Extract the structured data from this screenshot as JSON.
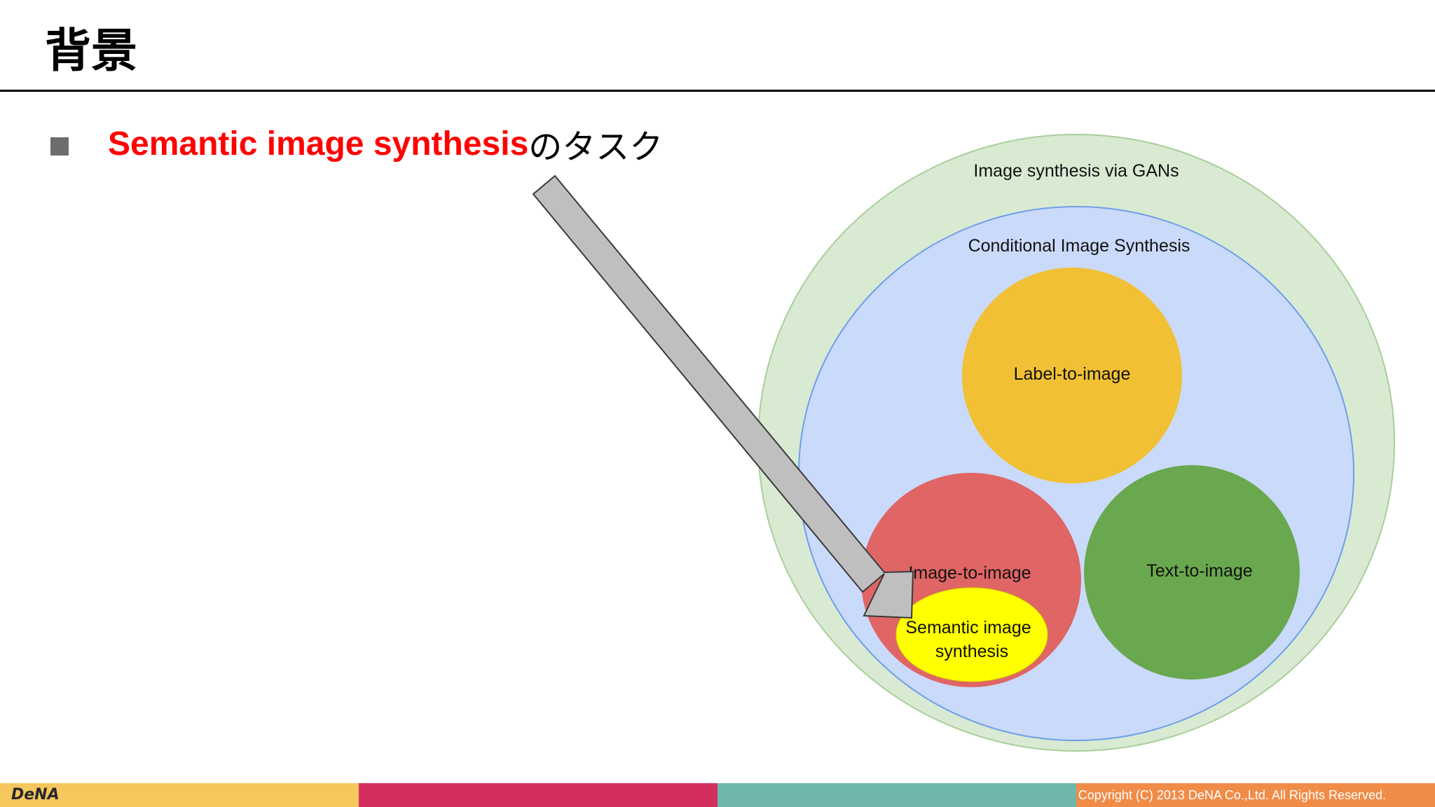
{
  "slide": {
    "title": "背景",
    "bullet": {
      "highlight": "Semantic image synthesis",
      "suffix": "のタスク"
    }
  },
  "diagram": {
    "outer_label": "Image synthesis via GANs",
    "inner_label": "Conditional Image Synthesis",
    "circles": {
      "label_to_image": "Label-to-image",
      "image_to_image": "Image-to-image",
      "text_to_image": "Text-to-image",
      "semantic_line1": "Semantic image",
      "semantic_line2": "synthesis"
    },
    "colors": {
      "outer": "#d9ead3",
      "inner": "#cadafb",
      "label_to_image": "#f1c034",
      "image_to_image": "#e06565",
      "text_to_image": "#6aa84f",
      "semantic": "#ffff00",
      "arrow": "#bfbfbf"
    }
  },
  "footer": {
    "logo": "DeNA",
    "copyright": "Copyright (C) 2013 DeNA Co.,Ltd. All Rights Reserved.",
    "colors": [
      "#f6c75c",
      "#d32f5e",
      "#6fb7ad",
      "#f08c48"
    ]
  }
}
